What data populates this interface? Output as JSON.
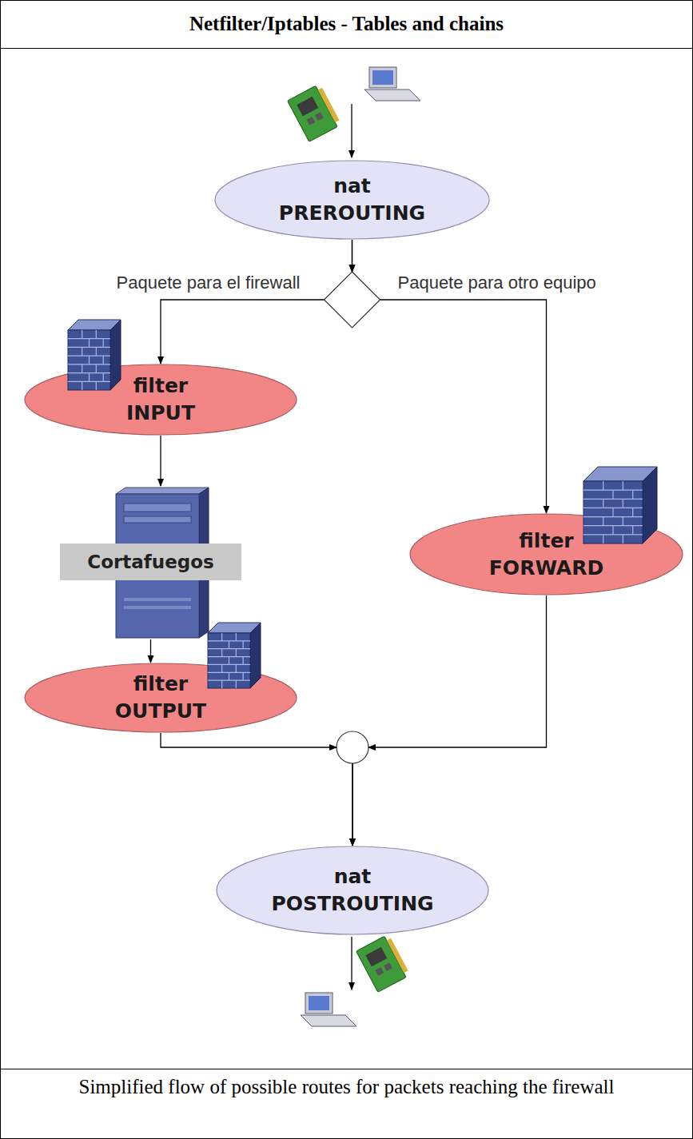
{
  "diagram": {
    "title": "Netfilter/Iptables - Tables and chains",
    "caption": "Simplified flow of possible routes for packets reaching the firewall",
    "nodes": [
      {
        "text": [
          "nat",
          "PREROUTING"
        ]
      },
      {
        "text": [
          "filter",
          "INPUT"
        ]
      },
      {
        "text": [
          "Cortafuegos"
        ]
      },
      {
        "text": [
          "filter",
          "OUTPUT"
        ]
      },
      {
        "text": [
          "filter",
          "FORWARD"
        ]
      },
      {
        "text": [
          "nat",
          "POSTROUTING"
        ]
      }
    ],
    "edges": [
      {
        "from": 0,
        "to": 1,
        "arrow": "to",
        "label": "Paquete para el firewall"
      },
      {
        "from": 0,
        "to": 4,
        "arrow": "to",
        "label": "Paquete para otro equipo"
      },
      {
        "from": 1,
        "to": 2,
        "arrow": "to"
      },
      {
        "from": 2,
        "to": 3,
        "arrow": "to"
      },
      {
        "from": 3,
        "to": 5,
        "arrow": "to"
      },
      {
        "from": 4,
        "to": 5,
        "arrow": "to"
      }
    ]
  }
}
